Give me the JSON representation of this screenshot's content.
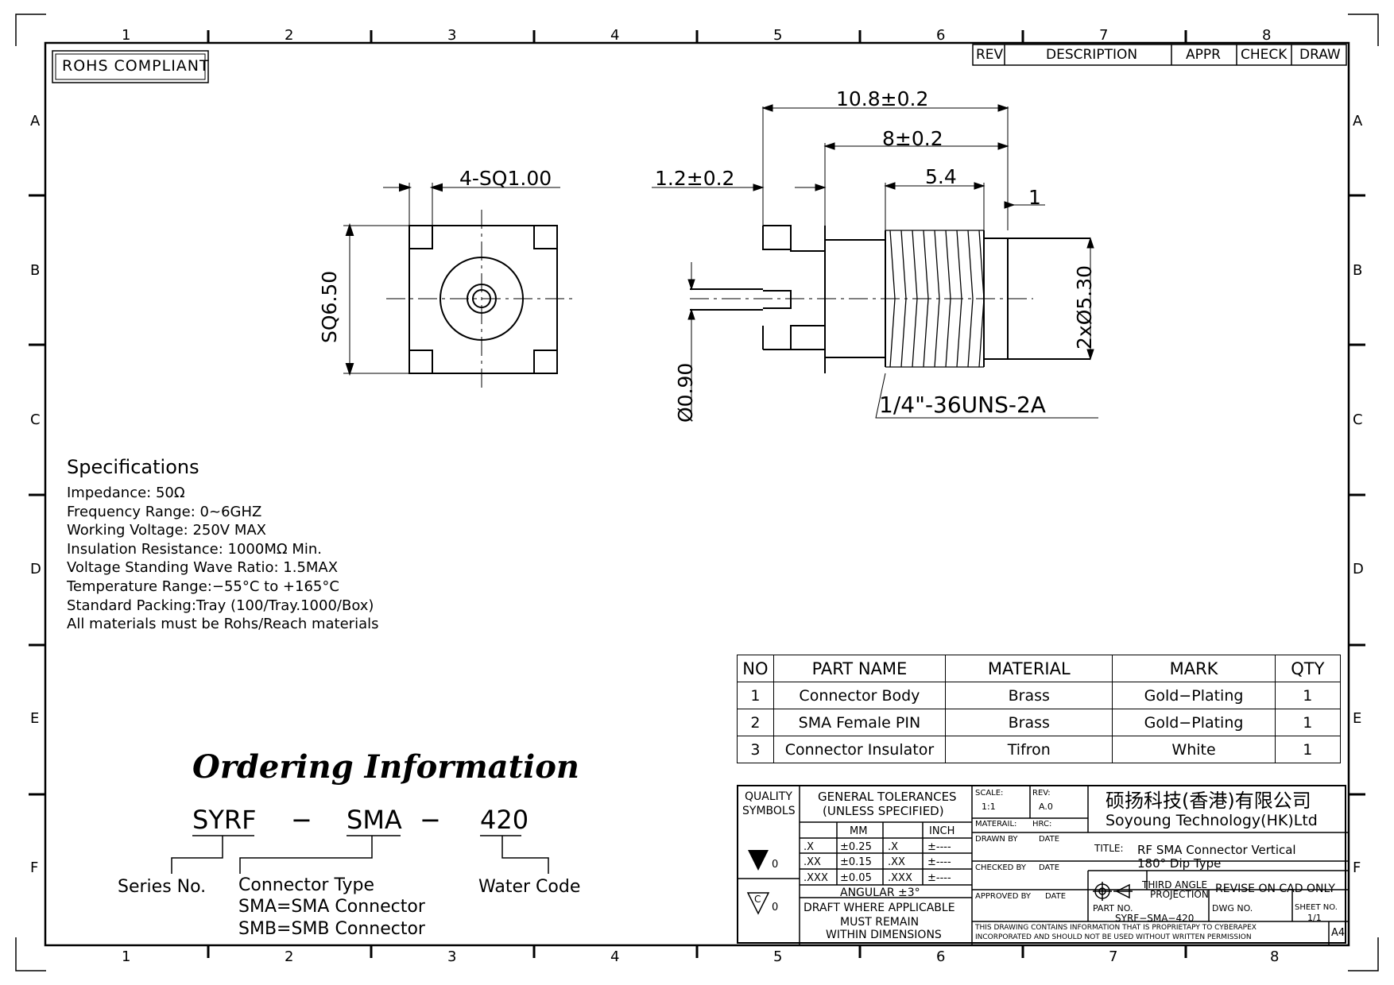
{
  "frame": {
    "col_labels": [
      "1",
      "2",
      "3",
      "4",
      "5",
      "6",
      "7",
      "8"
    ],
    "row_labels": [
      "A",
      "B",
      "C",
      "D",
      "E",
      "F"
    ],
    "rohs_label": "ROHS COMPLIANT",
    "sheet_size": "A4"
  },
  "rev_block": {
    "rev": "REV",
    "description": "DESCRIPTION",
    "appr": "APPR",
    "check": "CHECK",
    "draw": "DRAW"
  },
  "drawing": {
    "front_pad_dim": "4-SQ1.00",
    "front_square_dim": "SQ6.50",
    "side_overall": "10.8±0.2",
    "side_body": "8±0.2",
    "side_thread": "5.4",
    "side_small": "1",
    "side_flange": "1.2±0.2",
    "side_diameter": "2xØ5.30",
    "side_pin": "Ø0.90",
    "thread_spec": "1/4\"-36UNS-2A"
  },
  "specs": {
    "heading": "Specifications",
    "lines": [
      "Impedance: 50Ω",
      "Frequency Range: 0~6GHZ",
      "Working Voltage: 250V MAX",
      "Insulation Resistance: 1000MΩ Min.",
      "Voltage Standing Wave Ratio: 1.5MAX",
      "Temperature Range:−55°C to +165°C",
      "Standard Packing:Tray (100/Tray.1000/Box)",
      "All materials must be Rohs/Reach materials"
    ]
  },
  "parts": {
    "headers": [
      "NO",
      "PART NAME",
      "MATERIAL",
      "MARK",
      "QTY"
    ],
    "rows": [
      {
        "no": "1",
        "name": "Connector Body",
        "material": "Brass",
        "mark": "Gold−Plating",
        "qty": "1"
      },
      {
        "no": "2",
        "name": "SMA Female PIN",
        "material": "Brass",
        "mark": "Gold−Plating",
        "qty": "1"
      },
      {
        "no": "3",
        "name": "Connector Insulator",
        "material": "Tifron",
        "mark": "White",
        "qty": "1"
      }
    ]
  },
  "ordering": {
    "title": "Ordering Information",
    "part1": "SYRF",
    "dash": "−",
    "part2": "SMA",
    "part3": "420",
    "series": "Series No.",
    "ctype": "Connector Type",
    "sma": "SMA=SMA Connector",
    "smb": "SMB=SMB Connector",
    "water": "Water Code"
  },
  "title_block": {
    "quality": "QUALITY",
    "symbols": "SYMBOLS",
    "gen_tol": "GENERAL TOLERANCES",
    "unless": "(UNLESS SPECIFIED)",
    "mm": "MM",
    "inch": "INCH",
    "tol_rows": [
      {
        "a": ".X",
        "b": "±0.25",
        "c": ".X",
        "d": "±----"
      },
      {
        "a": ".XX",
        "b": "±0.15",
        "c": ".XX",
        "d": "±----"
      },
      {
        "a": ".XXX",
        "b": "±0.05",
        "c": ".XXX",
        "d": "±----"
      }
    ],
    "angular": "ANGULAR ±3°",
    "draft1": "DRAFT WHERE APPLICABLE",
    "draft2": "MUST REMAIN",
    "draft3": "WITHIN DIMENSIONS",
    "sym1_val": "0",
    "sym2_val": "0",
    "sym2_letter": "C",
    "scale_label": "SCALE:",
    "scale_val": "1:1",
    "rev_label": "REV:",
    "rev_val": "A.0",
    "material_label": "MATERAIL:",
    "hrc_label": "HRC:",
    "drawn_by": "DRAWN BY",
    "checked_by": "CHECKED BY",
    "approved_by": "APPROVED BY",
    "date": "DATE",
    "company_cn": "硕扬科技(香港)有限公司",
    "company_en": "Soyoung Technology(HK)Ltd",
    "title_label": "TITLE:",
    "title1": "RF SMA Connector Vertical",
    "title2": "180° Dip Type",
    "proj1": "THIRD ANGLE",
    "proj2": "PROJECTION",
    "revise": "REVISE ON CAD ONLY",
    "part_no_label": "PART NO.",
    "part_no": "SYRF−SMA−420",
    "dwg_no": "DWG NO.",
    "sheet_no_label": "SHEET NO.",
    "sheet_no": "1/1",
    "notice1": "THIS DRAWING CONTAINS INFORMATION THAT IS PROPRIETAPY TO CYBERAPEX",
    "notice2": "INCORPORATED AND SHOULD NOT BE USED WITHOUT WRITTEN PERMISSION"
  }
}
